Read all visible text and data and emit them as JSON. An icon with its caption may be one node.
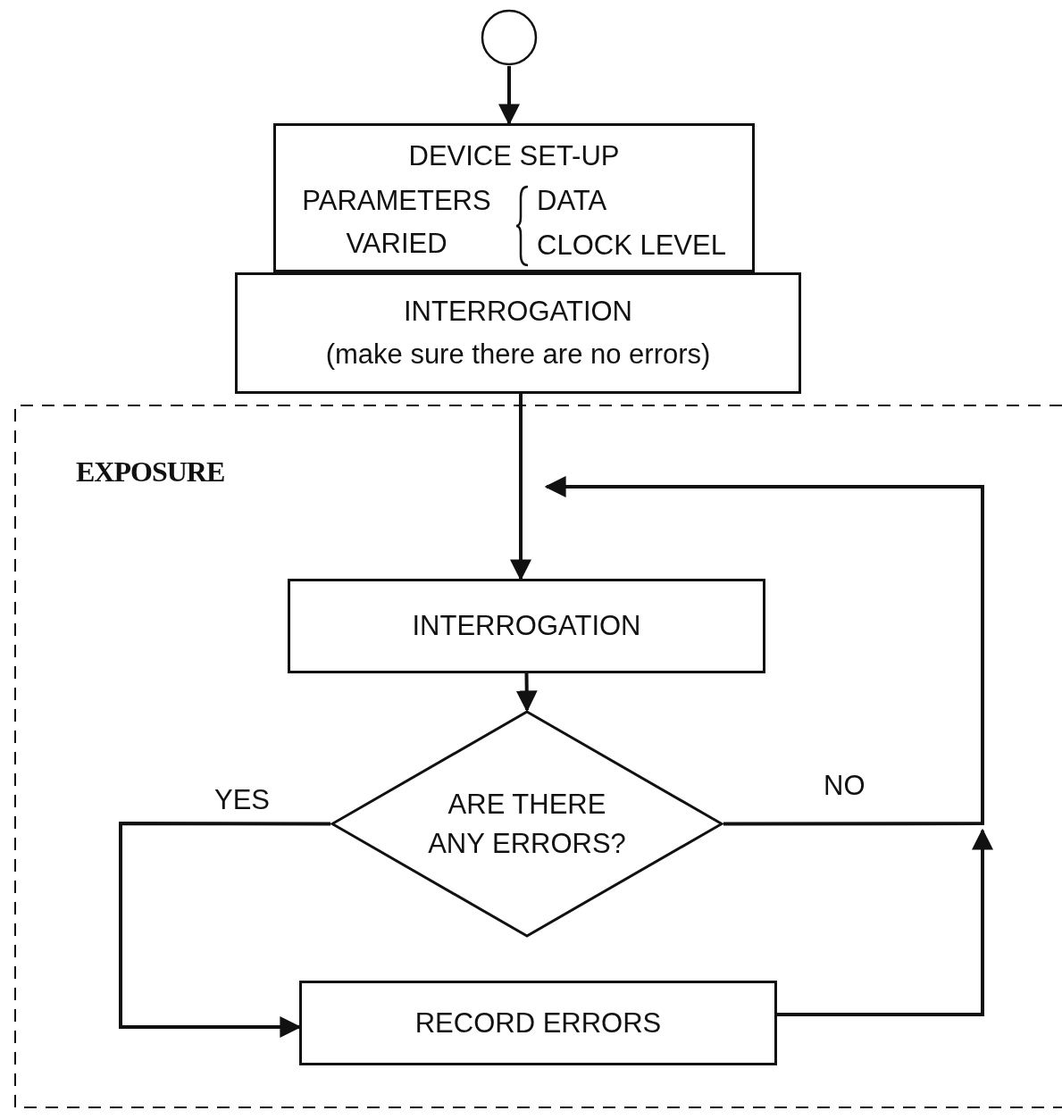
{
  "diagram": {
    "nodes": [
      {
        "text": [],
        "shape": "circle"
      },
      {
        "text": [
          "DEVICE SET-UP",
          "PARAMETERS VARIED",
          "DATA",
          "CLOCK LEVEL"
        ]
      },
      {
        "text": [
          "INTERROGATION",
          "(make sure there are no errors)"
        ]
      },
      {
        "text": [
          "EXPOSURE"
        ]
      },
      {
        "text": [
          "INTERROGATION"
        ],
        "in": 3
      },
      {
        "text": [
          "ARE THERE ANY ERRORS?"
        ],
        "in": 3
      },
      {
        "text": [
          "RECORD ERRORS"
        ],
        "in": 3
      }
    ],
    "edges": [
      {
        "from": 0,
        "to": 1,
        "arrow": "to"
      },
      {
        "from": 2,
        "to": 4,
        "arrow": "to"
      },
      {
        "from": 4,
        "to": 5,
        "arrow": "to"
      },
      {
        "from": 5,
        "to": 4,
        "arrow": "to",
        "label": "NO"
      },
      {
        "from": 5,
        "to": 6,
        "arrow": "to",
        "label": "YES"
      },
      {
        "from": 6,
        "to": null,
        "arrow": "to"
      }
    ]
  }
}
